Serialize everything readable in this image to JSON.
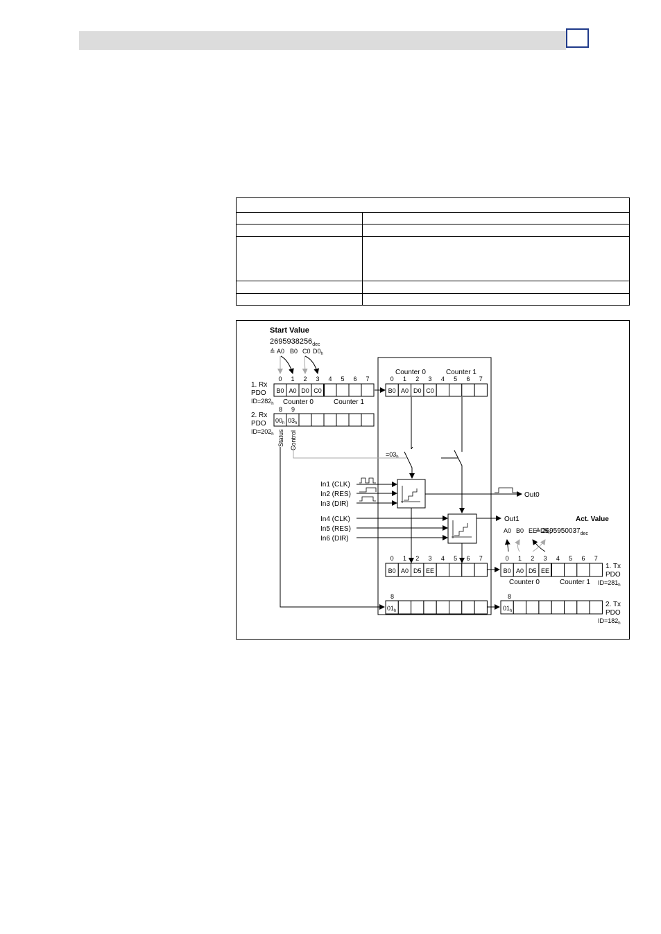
{
  "info_table": {
    "rows": 6
  },
  "diagram": {
    "start_value": {
      "title": "Start Value",
      "number": "2695938256",
      "sub": "dec",
      "eq": "≙",
      "bytes": [
        "A0",
        "B0",
        "C0",
        "D0"
      ],
      "bytes_suffix": "h"
    },
    "rx1": {
      "label_1": "1. Rx",
      "label_2": "PDO",
      "id": "ID=282",
      "id_sub": "h",
      "indices": [
        "0",
        "1",
        "2",
        "3",
        "4",
        "5",
        "6",
        "7"
      ],
      "cells": [
        "B0",
        "A0",
        "D0",
        "C0",
        "",
        "",
        "",
        ""
      ],
      "counter0": "Counter 0",
      "counter1": "Counter 1"
    },
    "rx2": {
      "label_1": "2. Rx",
      "label_2": "PDO",
      "id": "ID=202",
      "id_sub": "h",
      "indices": [
        "8",
        "9"
      ],
      "cell0": "00",
      "cell1": "03",
      "cell_sub": "h",
      "status": "Status",
      "control": "Control"
    },
    "internal": {
      "counter0": "Counter 0",
      "counter1": "Counter 1",
      "indices": [
        "0",
        "1",
        "2",
        "3",
        "4",
        "5",
        "6",
        "7"
      ],
      "cells": [
        "B0",
        "A0",
        "D0",
        "C0",
        "",
        "",
        "",
        ""
      ]
    },
    "switch_label": "=03",
    "switch_sub": "h",
    "inputs_a": [
      "In1 (CLK)",
      "In2 (RES)",
      "In3 (DIR)"
    ],
    "inputs_b": [
      "In4 (CLK)",
      "In5 (RES)",
      "In6 (DIR)"
    ],
    "out0": "Out0",
    "out1": "Out1",
    "act_value": {
      "title": "Act. Value",
      "eq": "≙",
      "number": "2695950037",
      "sub": "dec",
      "bytes": [
        "A0",
        "B0",
        "EE",
        "D5"
      ],
      "bytes_suffix": "h"
    },
    "tx_internal": {
      "indices": [
        "0",
        "1",
        "2",
        "3",
        "4",
        "5",
        "6",
        "7"
      ],
      "cells": [
        "B0",
        "A0",
        "D5",
        "EE",
        "",
        "",
        "",
        ""
      ]
    },
    "tx1": {
      "label_1": "1. Tx",
      "label_2": "PDO",
      "id": "ID=281",
      "id_sub": "h",
      "indices": [
        "0",
        "1",
        "2",
        "3",
        "4",
        "5",
        "6",
        "7"
      ],
      "cells": [
        "B0",
        "A0",
        "D5",
        "EE",
        "",
        "",
        "",
        ""
      ],
      "counter0": "Counter 0",
      "counter1": "Counter 1"
    },
    "tx2_internal": {
      "index": "8",
      "cell": "01",
      "cell_sub": "h"
    },
    "tx2": {
      "label_1": "2. Tx",
      "label_2": "PDO",
      "id": "ID=182",
      "id_sub": "h",
      "index": "8",
      "cell": "01",
      "cell_sub": "h"
    }
  }
}
